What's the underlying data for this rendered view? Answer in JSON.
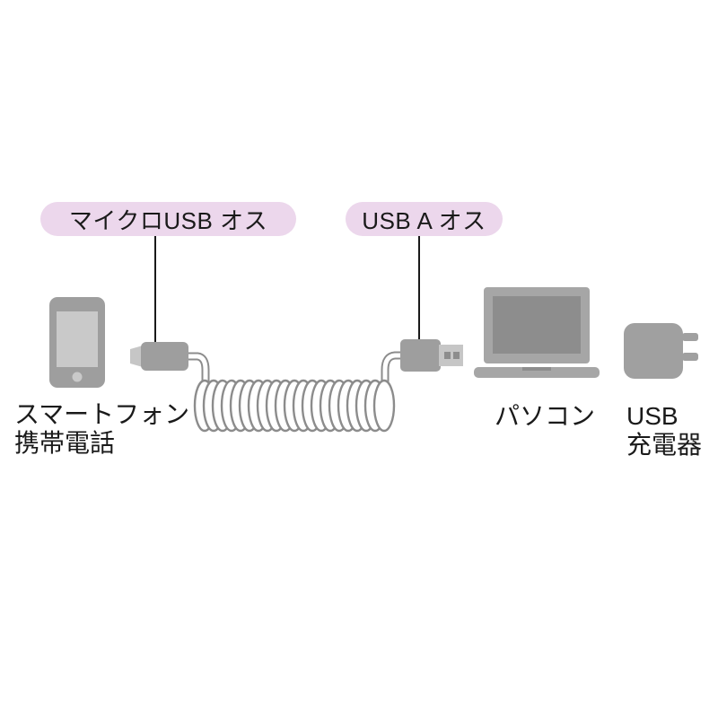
{
  "diagram": {
    "title_hint": "coiled-usb-cable-connection-diagram",
    "callouts": [
      {
        "label": "マイクロUSB オス",
        "points_to": "micro-usb-connector"
      },
      {
        "label": "USB A オス",
        "points_to": "usb-a-connector"
      }
    ],
    "captions": {
      "smartphone": [
        "スマートフォン",
        "携帯電話"
      ],
      "pc": "パソコン",
      "charger": [
        "USB",
        "充電器"
      ]
    },
    "icons": [
      "smartphone-icon",
      "micro-usb-connector-icon",
      "coiled-cable-icon",
      "usb-a-connector-icon",
      "laptop-icon",
      "usb-charger-icon"
    ],
    "colors": {
      "label_bg": "#ecd7ec",
      "device_gray": "#9e9e9e",
      "device_gray_dark": "#8d8d8d",
      "connector_metal": "#c6c6c6",
      "cable_outline": "#8c8c8c",
      "text": "#1a1a1a",
      "background": "#ffffff"
    }
  }
}
